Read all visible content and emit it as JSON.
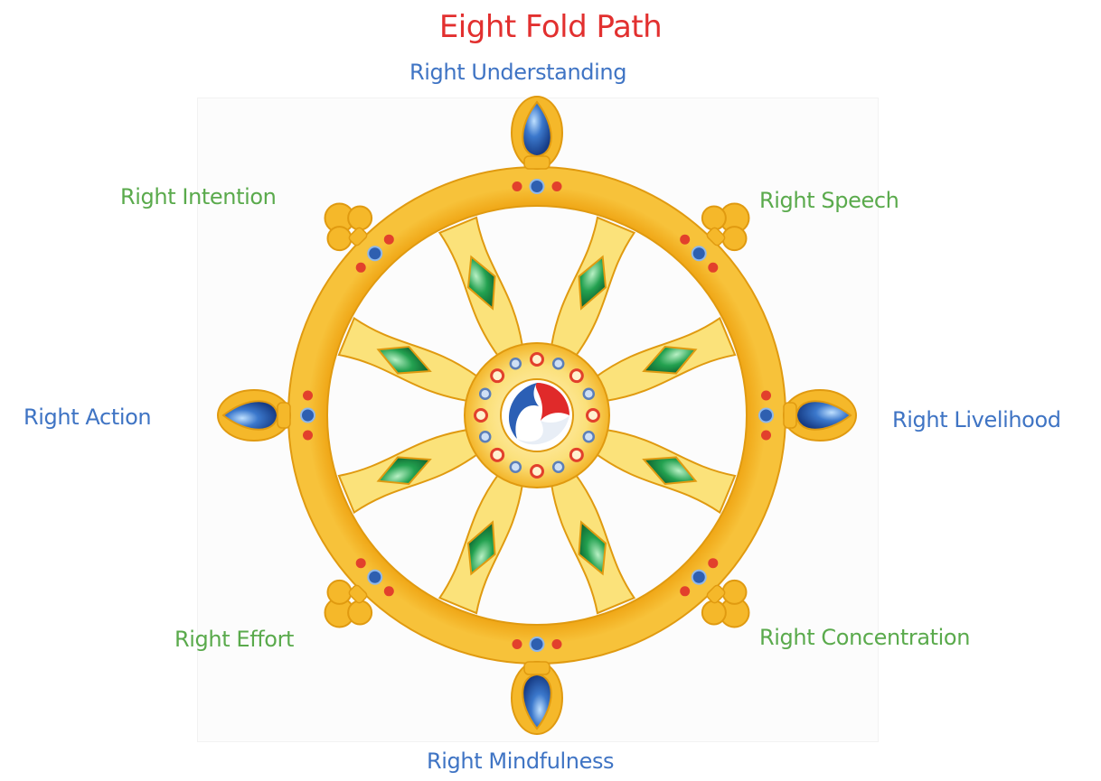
{
  "title": "Eight Fold Path",
  "labels": {
    "top": "Right Understanding",
    "top_right": "Right Speech",
    "right": "Right Livelihood",
    "bottom_right": "Right Concentration",
    "bottom": "Right Mindfulness",
    "bottom_left": "Right Effort",
    "left": "Right Action",
    "top_left": "Right Intention"
  },
  "colors": {
    "title": "#e2302f",
    "label_blue": "#3f74c4",
    "label_green": "#5aaa4c",
    "gold": "#f5b82a",
    "gold_light": "#fbe27a",
    "gold_dark": "#e09a10",
    "gem_blue": "#2e5fb0",
    "gem_green": "#1f9a4a",
    "dot_red": "#e2402c",
    "yin_red": "#e02a2a",
    "yin_blue": "#2b5fb5"
  },
  "icons": {
    "wheel": "dharma-wheel-icon"
  }
}
